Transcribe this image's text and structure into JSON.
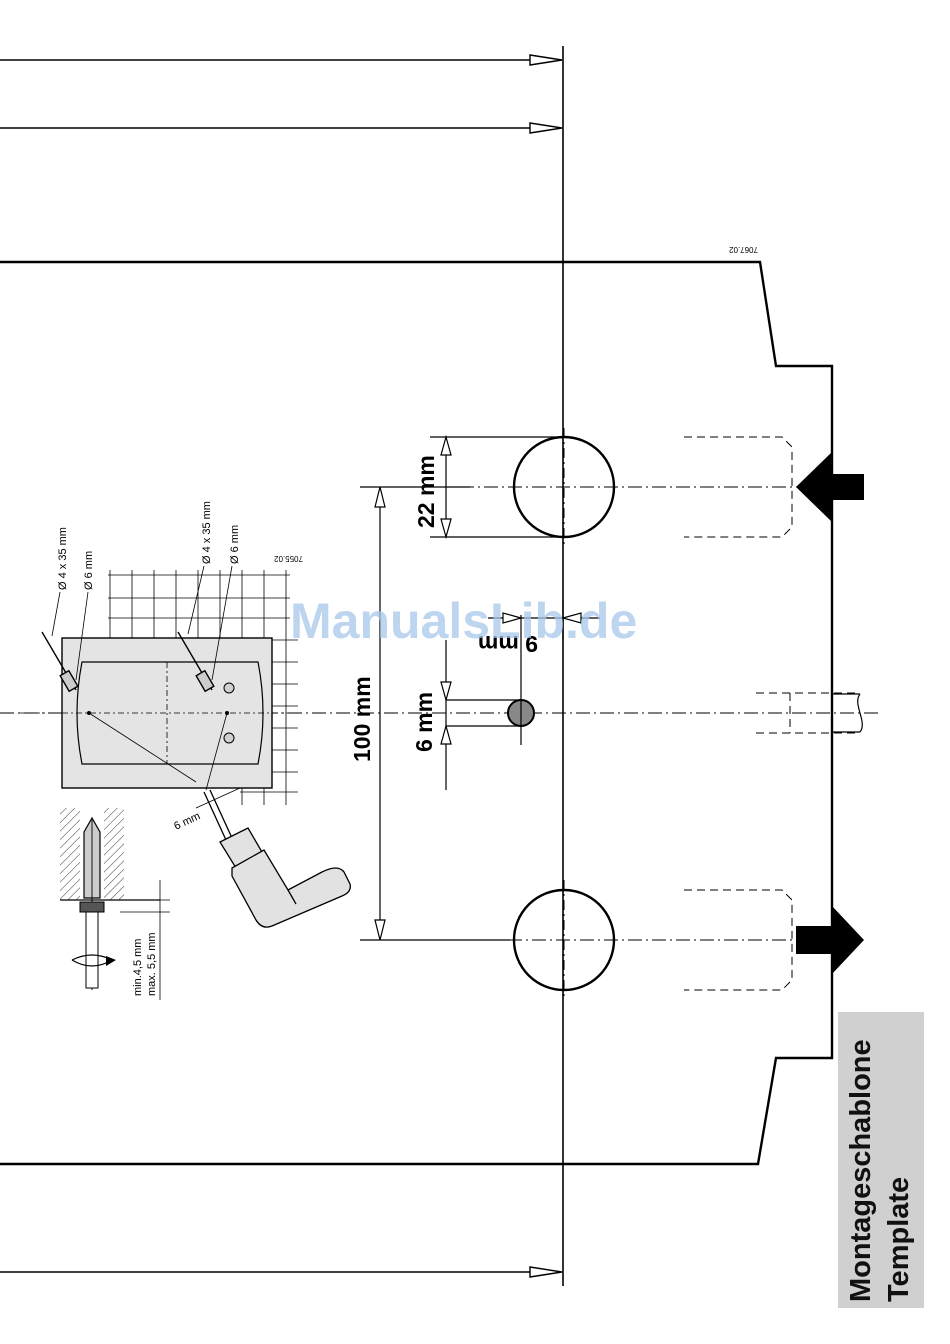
{
  "title": {
    "line1": "Montageschablone",
    "line2": "Template"
  },
  "dimensions": {
    "pitch": "100 mm",
    "large_hole": "22 mm",
    "small_hole": "6 mm",
    "offset": "9 mm"
  },
  "references": {
    "template_ref": "7067.02",
    "inset_ref": "7055.02"
  },
  "inset": {
    "screw_a_size": "Ø 4 x 35 mm",
    "screw_a_hole": "Ø 6 mm",
    "screw_b_size": "Ø 4 x 35 mm",
    "screw_b_hole": "Ø 6 mm",
    "drill_size": "6 mm",
    "depth_min": "min.4,5 mm",
    "depth_max": "max. 5,5 mm"
  },
  "watermark": "ManualsLib.de",
  "colors": {
    "line": "#000000",
    "title_bg": "#d0d0d0",
    "hole_fill": "#888888",
    "drill_fill": "#e2e2e2",
    "watermark": "#a9c8ea"
  }
}
